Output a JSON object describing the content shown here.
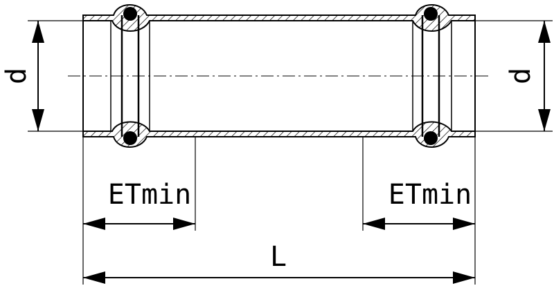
{
  "labels": {
    "diameter_left": "d",
    "diameter_right": "d",
    "insertion_depth_left": "ETmin",
    "insertion_depth_right": "ETmin",
    "overall_length": "L"
  },
  "colors": {
    "line": "#000000",
    "background": "#ffffff"
  }
}
